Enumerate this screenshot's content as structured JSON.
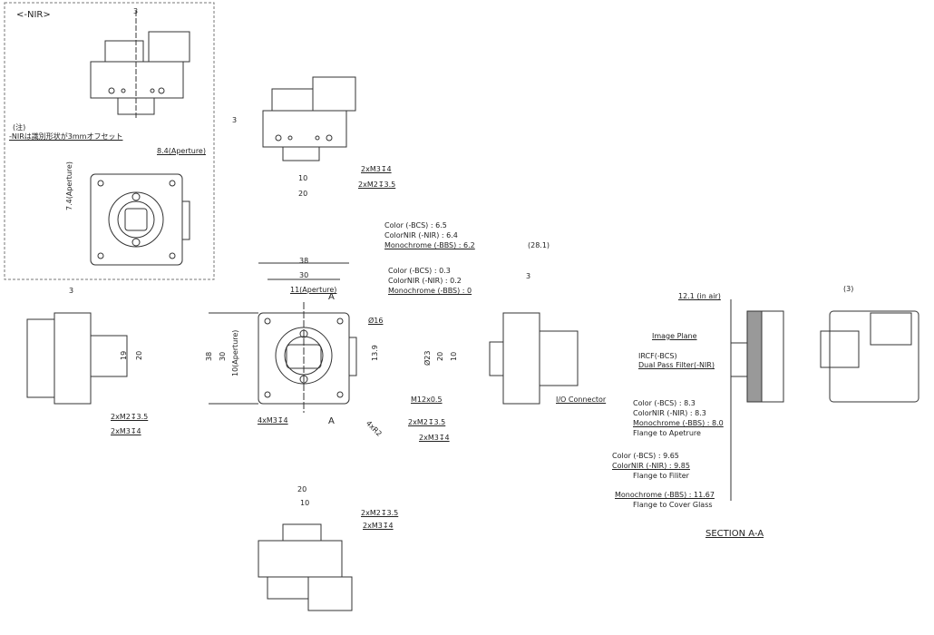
{
  "nir_inset": {
    "title": "<-NIR>",
    "offset": "3",
    "note_mark": "(注)",
    "note": "-NIRは識別形状が3mmオフセット",
    "aperture_w": "8.4(Aperture)",
    "aperture_h": "7.4(Aperture)"
  },
  "top_view": {
    "dim_3": "3",
    "m3": "2xM3↧4",
    "m2": "2xM2↧3.5",
    "dim_10": "10",
    "dim_20": "20"
  },
  "front_view": {
    "w38": "38",
    "w30": "30",
    "ap_w": "11(Aperture)",
    "sec_a1": "A",
    "sec_a2": "A",
    "dia": "Ø16",
    "h139": "13.9",
    "h38": "38",
    "h30": "30",
    "ap_h": "10(Aperture)",
    "holes": "4xM3↧4",
    "radius": "4xR2"
  },
  "left_view": {
    "dim_3": "3",
    "dim_19": "19",
    "dim_20": "20",
    "m2": "2xM2↧3.5",
    "m3": "2xM3↧4"
  },
  "right_view": {
    "c65": "Color (-BCS) : 6.5",
    "n64": "ColorNIR (-NIR) : 6.4",
    "m62": "Monochrome (-BBS) : 6.2",
    "len": "(28.1)",
    "c03": "Color (-BCS) : 0.3",
    "n02": "ColorNIR (-NIR) : 0.2",
    "m0": "Monochrome (-BBS) : 0",
    "dim_3": "3",
    "dia23": "Ø23",
    "dim_20": "20",
    "dim_10": "10",
    "thread": "M12x0.5",
    "io": "I/O Connector",
    "m2": "2xM2↧3.5",
    "m3": "2xM3↧4"
  },
  "section": {
    "air": "12.1 (in air)",
    "image_plane": "Image Plane",
    "ircf": "IRCF(-BCS)",
    "dpf": "Dual Pass Filter(-NIR)",
    "c83": "Color (-BCS) : 8.3",
    "n83": "ColorNIR (-NIR) : 8.3",
    "m80": "Monochrome (-BBS) : 8.0",
    "f_ap": "Flange to Apetrure",
    "c965": "Color (-BCS) : 9.65",
    "n985": "ColorNIR (-NIR) : 9.85",
    "f_fil": "Flange to Filiter",
    "m1167": "Monochrome (-BBS) : 11.67",
    "f_cg": "Flange to Cover Glass",
    "title": "SECTION A-A"
  },
  "rear_view": {
    "dim_3": "(3)"
  },
  "bottom_view": {
    "dim_20": "20",
    "dim_10": "10",
    "m2": "2xM2↧3.5",
    "m3": "2xM3↧4"
  }
}
